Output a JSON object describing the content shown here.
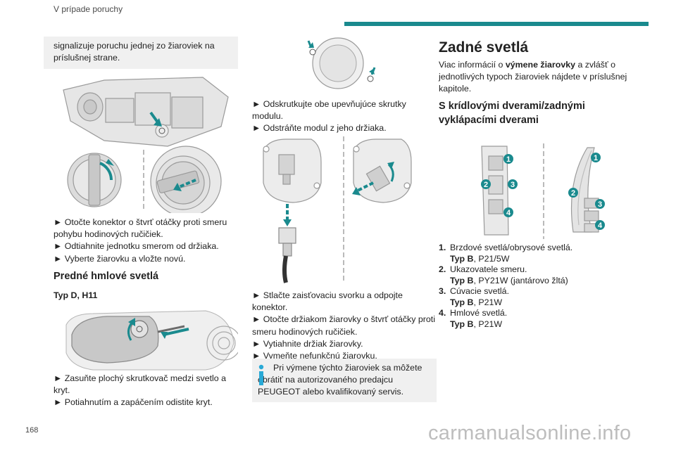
{
  "header": {
    "section": "V prípade poruchy",
    "page_number": "168"
  },
  "watermark": "carmanualsonline.info",
  "left_column": {
    "note": "signalizuje poruchu jednej zo žiaroviek na príslušnej strane.",
    "steps_1": [
      "► Otočte konektor o štvrť otáčky proti smeru pohybu hodinových ručičiek.",
      "► Odtiahnite jednotku smerom od držiaka.",
      "► Vyberte žiarovku a vložte novú."
    ],
    "front_fog_title": "Predné hmlové svetlá",
    "front_fog_type": "Typ D, H11",
    "steps_2": [
      "► Zasuňte plochý skrutkovač medzi svetlo a kryt.",
      "► Potiahnutím a zapáčením odistite kryt."
    ]
  },
  "middle_column": {
    "steps_1": [
      "► Odskrutkujte obe upevňujúce skrutky modulu.",
      "► Odstráňte modul z jeho držiaka."
    ],
    "steps_2": [
      "► Stlačte zaisťovaciu svorku a odpojte konektor.",
      "► Otočte držiakom žiarovky o štvrť otáčky proti smeru hodinových ručičiek.",
      "► Vytiahnite držiak žiarovky.",
      "► Vymeňte nefunkčnú žiarovku."
    ],
    "info": "Pri výmene týchto žiaroviek sa môžete obrátiť na autorizovaného predajcu PEUGEOT alebo kvalifikovaný servis."
  },
  "right_column": {
    "rear_title": "Zadné svetlá",
    "intro_a": "Viac informácií o ",
    "intro_bold": "výmene žiarovky",
    "intro_b": " a zvlášť o jednotlivých typoch žiaroviek nájdete v príslušnej kapitole.",
    "doors_title": "S krídlovými dverami/zadnými vyklápacími dverami",
    "callouts": [
      "1",
      "2",
      "3",
      "4"
    ],
    "items": [
      {
        "num": "1.",
        "label": "Brzdové svetlá/obrysové svetlá.",
        "type_label": "Typ B",
        "bulb": ", P21/5W"
      },
      {
        "num": "2.",
        "label": "Ukazovatele smeru.",
        "type_label": "Typ B",
        "bulb": ", PY21W (jantárovo žltá)"
      },
      {
        "num": "3.",
        "label": "Cúvacie svetlá.",
        "type_label": "Typ B",
        "bulb": ", P21W"
      },
      {
        "num": "4.",
        "label": "Hmlové svetlá.",
        "type_label": "Typ B",
        "bulb": ", P21W"
      }
    ]
  },
  "colors": {
    "accent": "#1a8a8e",
    "arrow": "#1a8a8e",
    "callout": "#1a8a8e",
    "box": "#f0f0f0"
  }
}
